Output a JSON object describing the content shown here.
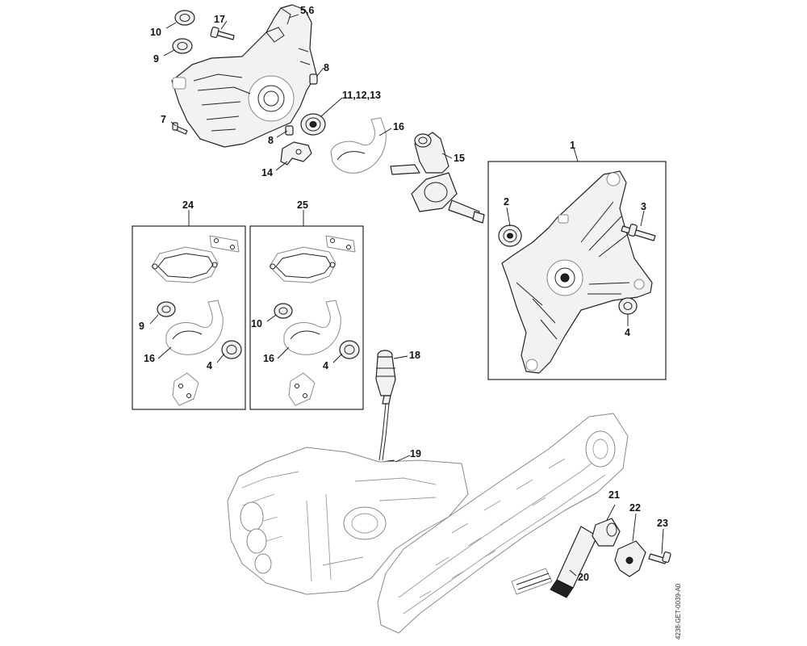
{
  "document_id": "4238-GET-0039-A0",
  "callouts": {
    "c1": "1",
    "c2": "2",
    "c3": "3",
    "c4_main": "4",
    "c4_kit24": "4",
    "c4_kit25": "4",
    "c56": "5,6",
    "c7": "7",
    "c8_top": "8",
    "c8_bottom": "8",
    "c9_top": "9",
    "c9_kit24": "9",
    "c10_top": "10",
    "c10_kit25": "10",
    "c111213": "11,12,13",
    "c14": "14",
    "c15": "15",
    "c16_top": "16",
    "c16_kit24": "16",
    "c16_kit25": "16",
    "c17": "17",
    "c18": "18",
    "c19": "19",
    "c20": "20",
    "c21": "21",
    "c22": "22",
    "c23": "23",
    "c24": "24",
    "c25": "25"
  }
}
